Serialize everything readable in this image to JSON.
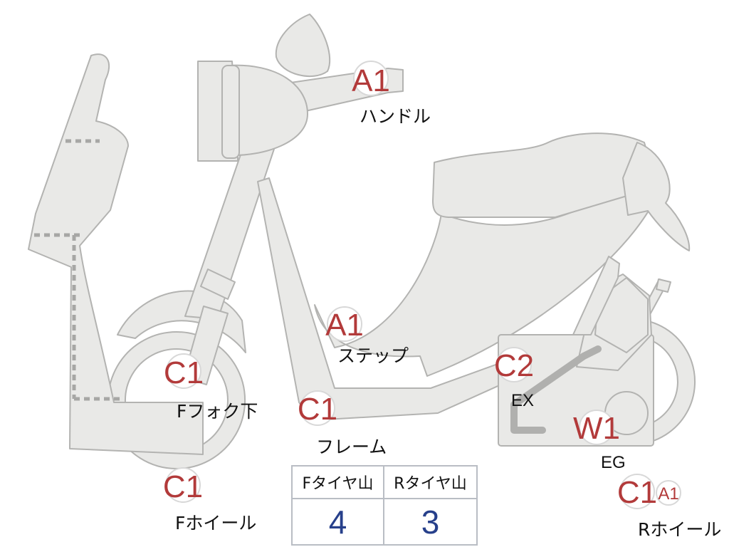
{
  "parts": [
    {
      "id": "handle",
      "code": "A1",
      "label": "ハンドル"
    },
    {
      "id": "step",
      "code": "A1",
      "label": "ステップ"
    },
    {
      "id": "fork",
      "code": "C1",
      "label": "Fフォク下"
    },
    {
      "id": "frame",
      "code": "C1",
      "label": "フレーム"
    },
    {
      "id": "exhaust",
      "code": "C2",
      "label": "EX"
    },
    {
      "id": "engine",
      "code": "W1",
      "label": "EG"
    },
    {
      "id": "front-wheel",
      "code": "C1",
      "label": "Fホイール"
    },
    {
      "id": "rear-wheel",
      "code": "C1",
      "extra_code": "A1",
      "label": "Rホイール"
    }
  ],
  "tread": {
    "front_header": "Fタイヤ山",
    "rear_header": "Rタイヤ山",
    "front_value": "4",
    "rear_value": "3"
  },
  "colors": {
    "body_fill": "#e9e9e7",
    "outline": "#b3b3b1",
    "code_red": "#b23a3a",
    "value_blue": "#27408b"
  }
}
